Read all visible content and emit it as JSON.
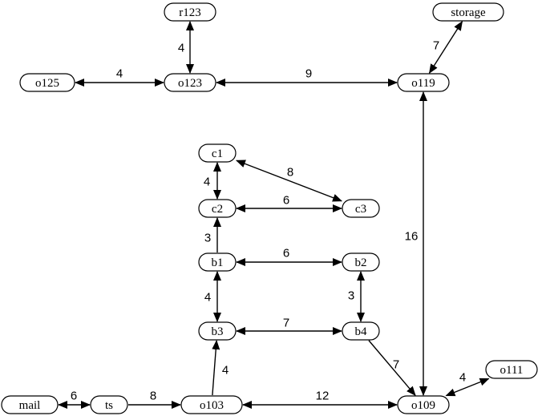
{
  "nodes": [
    {
      "id": "r123",
      "label": "r123"
    },
    {
      "id": "storage",
      "label": "storage"
    },
    {
      "id": "o125",
      "label": "o125"
    },
    {
      "id": "o123",
      "label": "o123"
    },
    {
      "id": "o119",
      "label": "o119"
    },
    {
      "id": "c1",
      "label": "c1"
    },
    {
      "id": "c2",
      "label": "c2"
    },
    {
      "id": "c3",
      "label": "c3"
    },
    {
      "id": "b1",
      "label": "b1"
    },
    {
      "id": "b2",
      "label": "b2"
    },
    {
      "id": "b3",
      "label": "b3"
    },
    {
      "id": "b4",
      "label": "b4"
    },
    {
      "id": "mail",
      "label": "mail"
    },
    {
      "id": "ts",
      "label": "ts"
    },
    {
      "id": "o103",
      "label": "o103"
    },
    {
      "id": "o109",
      "label": "o109"
    },
    {
      "id": "o111",
      "label": "o111"
    }
  ],
  "edges": [
    {
      "from": "r123",
      "to": "o123",
      "weight": "4",
      "arrows": "both"
    },
    {
      "from": "o125",
      "to": "o123",
      "weight": "4",
      "arrows": "both"
    },
    {
      "from": "o123",
      "to": "o119",
      "weight": "9",
      "arrows": "both"
    },
    {
      "from": "storage",
      "to": "o119",
      "weight": "7",
      "arrows": "both"
    },
    {
      "from": "o119",
      "to": "o109",
      "weight": "16",
      "arrows": "both"
    },
    {
      "from": "c1",
      "to": "c2",
      "weight": "4",
      "arrows": "both"
    },
    {
      "from": "c1",
      "to": "c3",
      "weight": "8",
      "arrows": "both"
    },
    {
      "from": "c2",
      "to": "c3",
      "weight": "6",
      "arrows": "both"
    },
    {
      "from": "b1",
      "to": "c2",
      "weight": "3",
      "arrows": "to"
    },
    {
      "from": "b1",
      "to": "b2",
      "weight": "6",
      "arrows": "both"
    },
    {
      "from": "b1",
      "to": "b3",
      "weight": "4",
      "arrows": "both"
    },
    {
      "from": "b2",
      "to": "b4",
      "weight": "3",
      "arrows": "both"
    },
    {
      "from": "b3",
      "to": "b4",
      "weight": "7",
      "arrows": "both"
    },
    {
      "from": "b4",
      "to": "o109",
      "weight": "7",
      "arrows": "to"
    },
    {
      "from": "o103",
      "to": "b3",
      "weight": "4",
      "arrows": "to"
    },
    {
      "from": "mail",
      "to": "ts",
      "weight": "6",
      "arrows": "both"
    },
    {
      "from": "ts",
      "to": "o103",
      "weight": "8",
      "arrows": "to"
    },
    {
      "from": "o103",
      "to": "o109",
      "weight": "12",
      "arrows": "both"
    },
    {
      "from": "o109",
      "to": "o111",
      "weight": "4",
      "arrows": "both"
    }
  ]
}
